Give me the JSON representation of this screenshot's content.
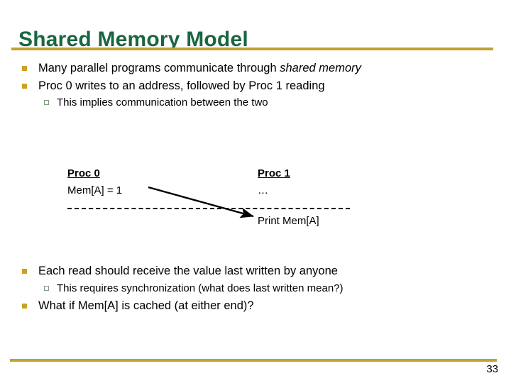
{
  "slide": {
    "title": "Shared Memory Model",
    "page_number": "33",
    "accent_color": "#bfa233",
    "title_color": "#1a6640",
    "bullet_color": "#c9a227",
    "background_color": "#ffffff"
  },
  "bullets_top": [
    {
      "level": 1,
      "marker": "filled-square-bullet",
      "text_before": "Many parallel programs communicate through ",
      "text_italic": "shared memory",
      "text_after": ""
    },
    {
      "level": 1,
      "marker": "filled-square-bullet",
      "text_before": "Proc 0 writes to an address, followed by Proc 1 reading",
      "text_italic": "",
      "text_after": ""
    },
    {
      "level": 2,
      "marker": "hollow-square-bullet",
      "text_before": "This implies communication between the two",
      "text_italic": "",
      "text_after": ""
    }
  ],
  "diagram": {
    "proc0_header": "Proc 0",
    "proc0_statement": "Mem[A] = 1",
    "proc1_header": "Proc 1",
    "proc1_statement": "…",
    "proc1_print": "Print Mem[A]",
    "arrow_label": "communication-arrow",
    "divider_label": "time-divider-dashed-line"
  },
  "bullets_bottom": [
    {
      "level": 1,
      "marker": "filled-square-bullet",
      "text_before": "Each read should receive the value last written by anyone",
      "text_italic": "",
      "text_after": ""
    },
    {
      "level": 2,
      "marker": "hollow-square-bullet",
      "text_before": "This requires synchronization (what does last written mean?)",
      "text_italic": "",
      "text_after": ""
    },
    {
      "level": 1,
      "marker": "filled-square-bullet",
      "text_before": "What if Mem[A] is cached (at either end)?",
      "text_italic": "",
      "text_after": ""
    }
  ]
}
